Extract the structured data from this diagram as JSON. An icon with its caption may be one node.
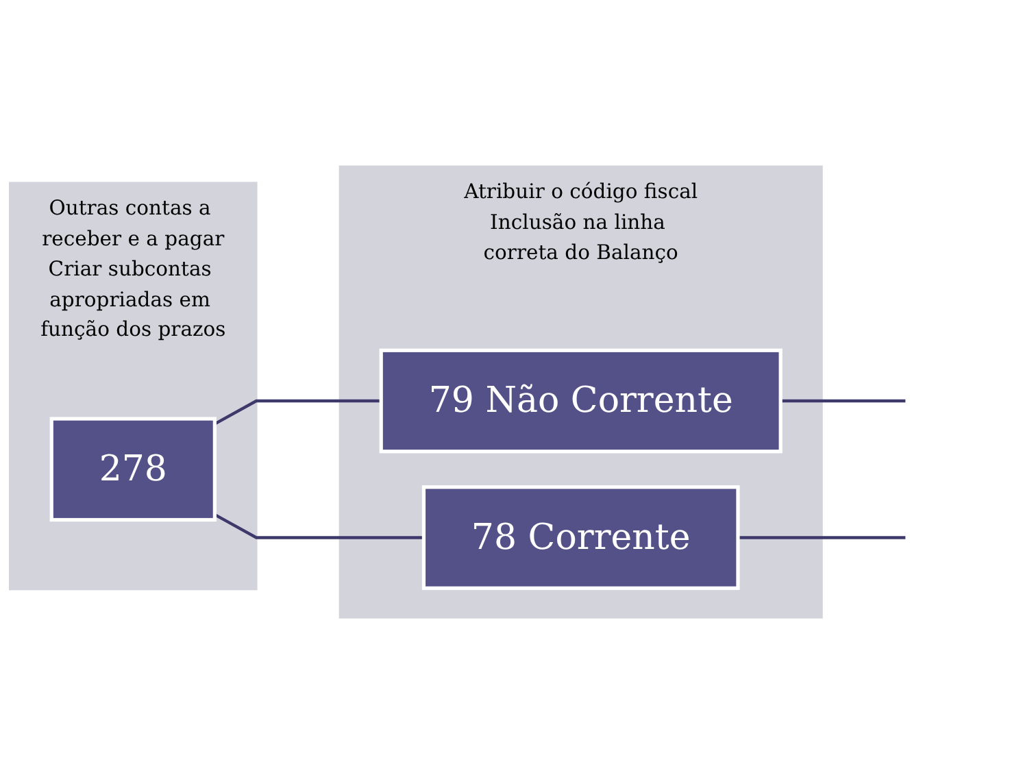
{
  "diagram": {
    "nodes": [
      {
        "text": [
          "Outras contas a receber e a pagar",
          "Criar subcontas apropriadas em função dos prazos"
        ]
      },
      {
        "text": [
          "Atribuir o código fiscal",
          "Inclusão na linha correta do Balanço"
        ]
      },
      {
        "text": [
          "278"
        ],
        "in": 0
      },
      {
        "text": [
          "79 Não Corrente"
        ],
        "in": 1
      },
      {
        "text": [
          "78 Corrente"
        ],
        "in": 1
      }
    ],
    "edges": [
      {
        "from": 2,
        "to": 3,
        "arrow": "none"
      },
      {
        "from": 2,
        "to": 4,
        "arrow": "none"
      },
      {
        "from": 3,
        "to": null,
        "arrow": "none"
      },
      {
        "from": 4,
        "to": null,
        "arrow": "none"
      }
    ]
  }
}
